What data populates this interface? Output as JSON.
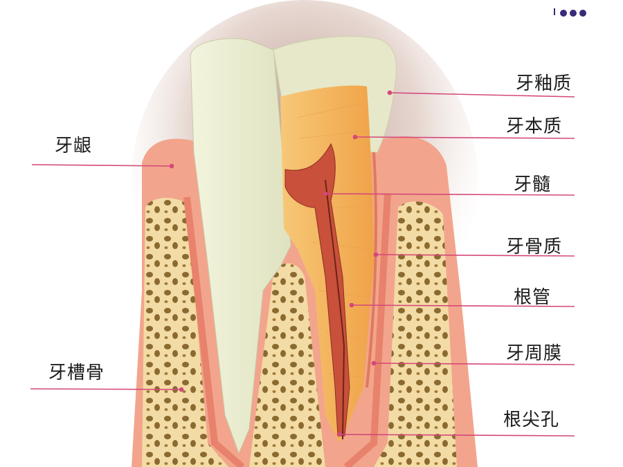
{
  "labels_right": [
    "牙釉质",
    "牙本质",
    "牙髓",
    "牙骨质",
    "根管",
    "牙周膜",
    "根尖孔"
  ],
  "labels_left": [
    "牙龈",
    "牙槽骨"
  ],
  "colors": {
    "leader_line": "#d4487a",
    "label_text": "#1a1a1a",
    "enamel": "#e6e8c9",
    "dentin": "#f4b35a",
    "pulp": "#c9503a",
    "gum": "#f2a58c",
    "bone": "#f3dba6",
    "accent_dots": "#3a2a7a"
  }
}
